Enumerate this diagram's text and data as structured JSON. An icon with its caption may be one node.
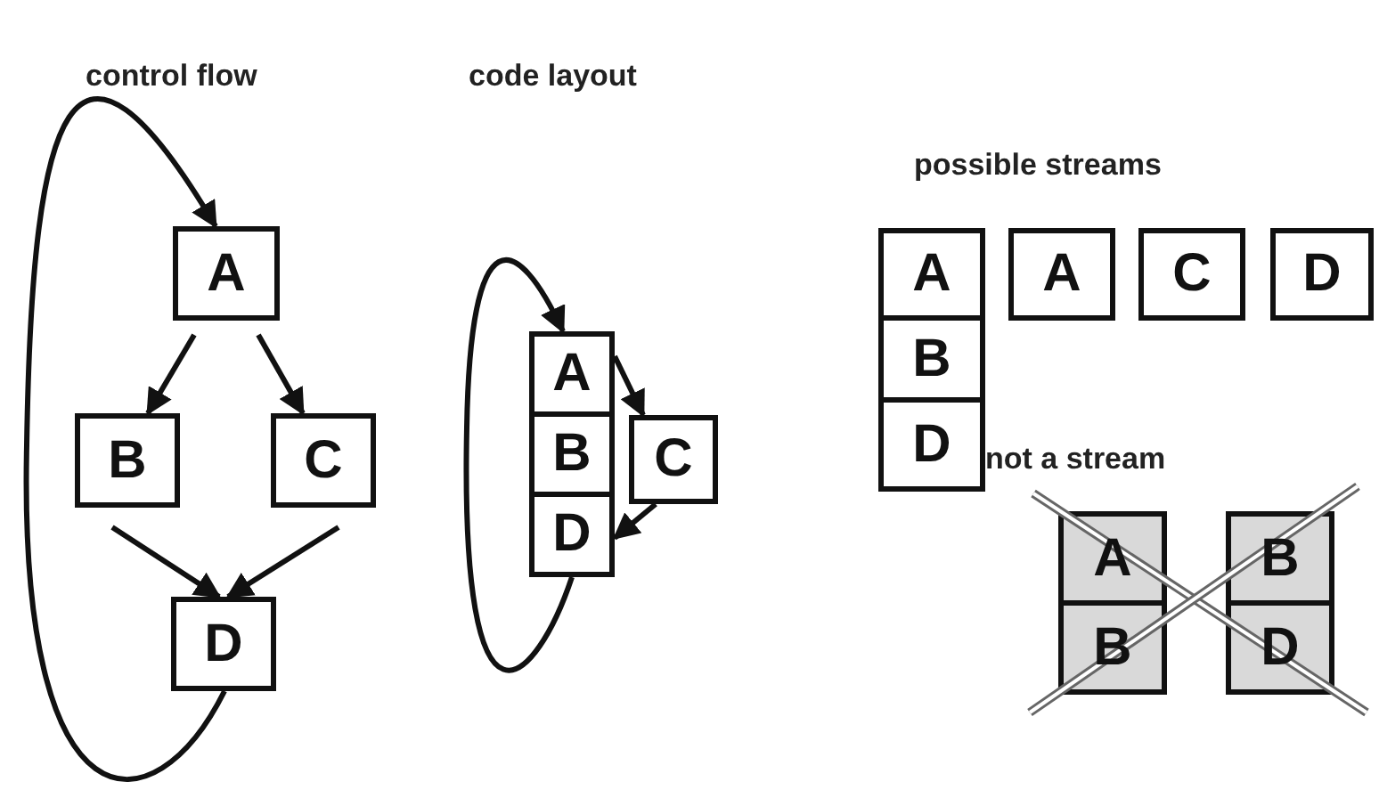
{
  "diagram": {
    "nodes": [
      {
        "text": [
          "A"
        ]
      },
      {
        "text": [
          "B"
        ]
      },
      {
        "text": [
          "C"
        ]
      },
      {
        "text": [
          "D"
        ]
      },
      {
        "text": [
          "A"
        ]
      },
      {
        "text": [
          "B"
        ]
      },
      {
        "text": [
          "D"
        ]
      },
      {
        "text": [
          "C"
        ]
      },
      {
        "text": [
          "A"
        ]
      },
      {
        "text": [
          "B"
        ]
      },
      {
        "text": [
          "D"
        ]
      },
      {
        "text": [
          "A"
        ]
      },
      {
        "text": [
          "C"
        ]
      },
      {
        "text": [
          "D"
        ]
      },
      {
        "text": [
          "A"
        ]
      },
      {
        "text": [
          "B"
        ]
      },
      {
        "text": [
          "B"
        ]
      },
      {
        "text": [
          "D"
        ]
      }
    ],
    "edges": [
      {
        "from": 0,
        "to": 1,
        "arrow": "to"
      },
      {
        "from": 0,
        "to": 2,
        "arrow": "to"
      },
      {
        "from": 1,
        "to": 3,
        "arrow": "to"
      },
      {
        "from": 2,
        "to": 3,
        "arrow": "to"
      },
      {
        "from": 3,
        "to": 0,
        "arrow": "to"
      },
      {
        "from": 4,
        "to": 7,
        "arrow": "to"
      },
      {
        "from": 7,
        "to": 6,
        "arrow": "to"
      },
      {
        "from": 6,
        "to": 4,
        "arrow": "to"
      }
    ],
    "labels": [
      "control flow",
      "code layout",
      "possible streams",
      "not a stream"
    ]
  }
}
